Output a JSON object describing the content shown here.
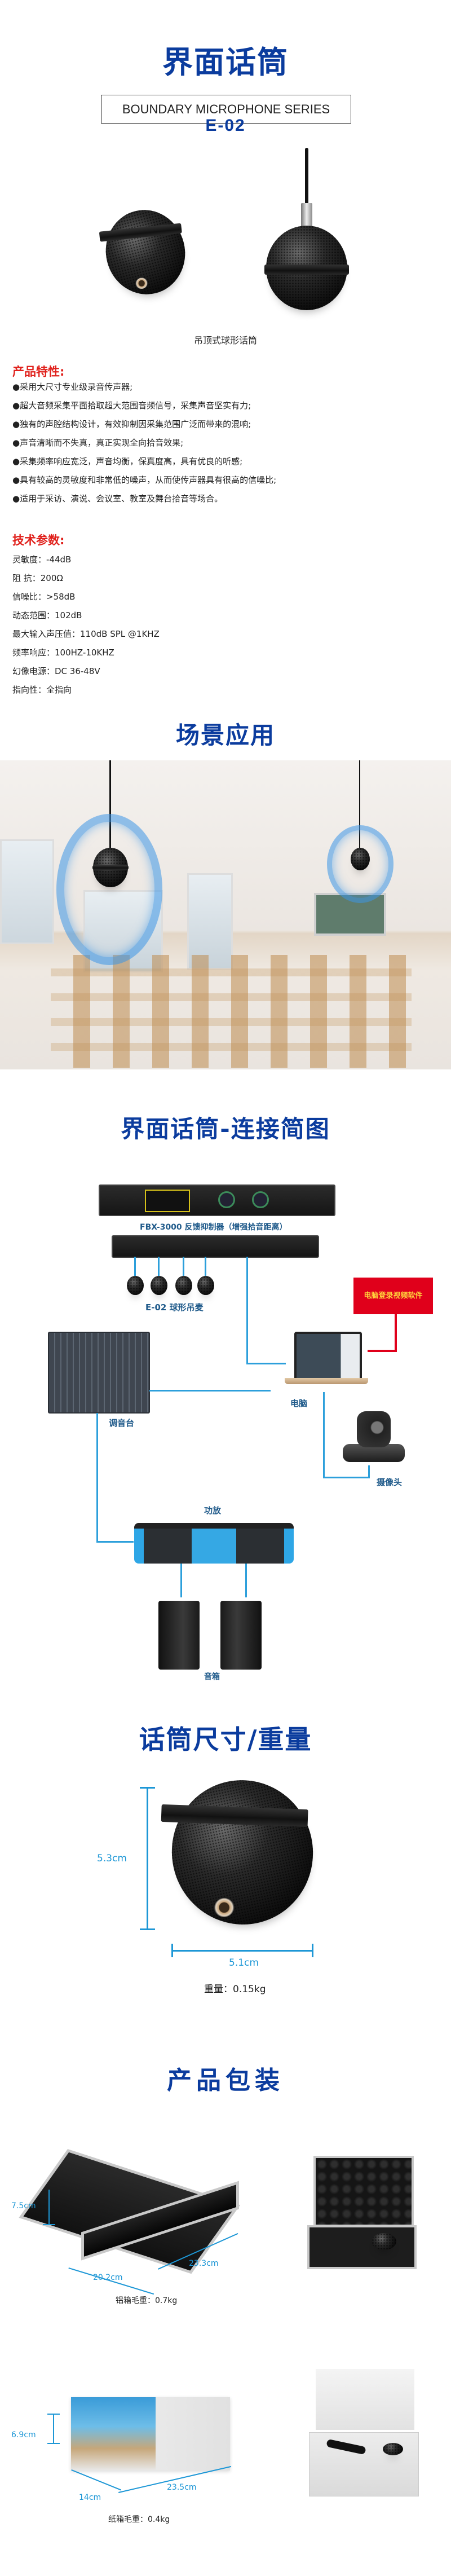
{
  "header": {
    "title": "界面话筒",
    "series": "BOUNDARY MICROPHONE SERIES",
    "model": "E-02",
    "caption": "吊顶式球形话筒"
  },
  "features": {
    "heading": "产品特性:",
    "items": [
      "●采用大尺寸专业级录音传声器;",
      "●超大音频采集平面拾取超大范围音频信号，采集声音坚实有力;",
      "●独有的声腔结构设计，有效抑制因采集范围广泛而带来的混响;",
      "●声音清晰而不失真，真正实现全向拾音效果;",
      "●采集频率响应宽泛，声音均衡，保真度高，具有优良的听感;",
      "●具有较高的灵敏度和非常低的噪声，从而使传声器具有很高的信噪比;",
      "●适用于采访、演说、会议室、教室及舞台拾音等场合。"
    ]
  },
  "specs": {
    "heading": "技术参数:",
    "items": [
      "灵敏度：-44dB",
      "阻 抗：200Ω",
      "信噪比：>58dB",
      "动态范围：102dB",
      "最大输入声压值：110dB SPL  @1KHZ",
      "频率响应：100HZ-10KHZ",
      "幻像电源：DC 36-48V",
      "指向性：全指向"
    ]
  },
  "scene": {
    "title": "场景应用"
  },
  "connection": {
    "title": "界面话筒-连接简图",
    "processor": "FBX-3000 反馈抑制器（增强拾音距离）",
    "mics": "E-02 球形吊麦",
    "software": "电脑登录视频软件",
    "mixer": "调音台",
    "computer": "电脑",
    "camera": "摄像头",
    "amplifier": "功放",
    "speakers": "音箱"
  },
  "dimensions": {
    "title": "话筒尺寸/重量",
    "height": "5.3cm",
    "width": "5.1cm",
    "weight": "重量：0.15kg"
  },
  "packaging": {
    "title": "产品包装",
    "case": {
      "height": "7.5cm",
      "width": "20.2cm",
      "length": "23.3cm",
      "weight": "铝箱毛重：0.7kg"
    },
    "box": {
      "height": "6.9cm",
      "width": "14cm",
      "length": "23.5cm",
      "weight": "纸箱毛重：0.4kg"
    }
  },
  "colors": {
    "title_blue": "#0b3c9e",
    "heading_red": "#e0201b",
    "dimension_blue": "#1d97d6",
    "wire_blue": "#2c9fdb",
    "software_red": "#e0001b"
  }
}
